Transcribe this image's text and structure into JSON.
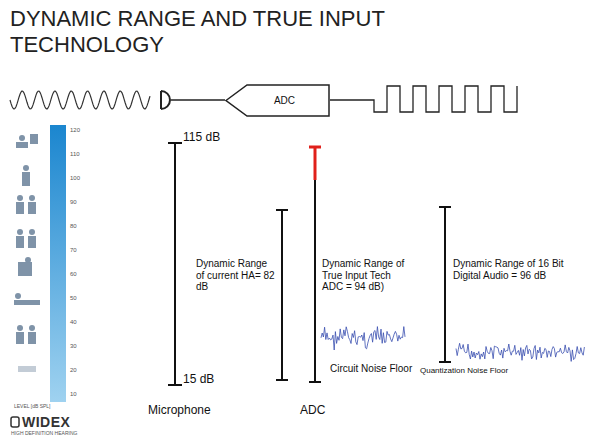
{
  "diagram": {
    "title": "DYNAMIC RANGE AND TRUE INPUT TECHNOLOGY",
    "nodes": [
      {
        "text": [
          "ADC"
        ]
      }
    ],
    "labels": [
      "115 dB",
      "15 dB",
      "Dynamic Range of current HA= 82 dB",
      "Dynamic Range of True Input Tech ADC = 94 dB)",
      "Circuit Noise Floor",
      "Dynamic Range of 16 Bit Digital Audio = 96 dB",
      "Quantization Noise Floor",
      "Microphone",
      "ADC",
      "120",
      "110",
      "100",
      "90",
      "80",
      "70",
      "60",
      "50",
      "40",
      "30",
      "20",
      "10",
      "LEVEL [dB SPL]",
      "WIDEX",
      "HIGH DEFINITION HEARING"
    ]
  }
}
